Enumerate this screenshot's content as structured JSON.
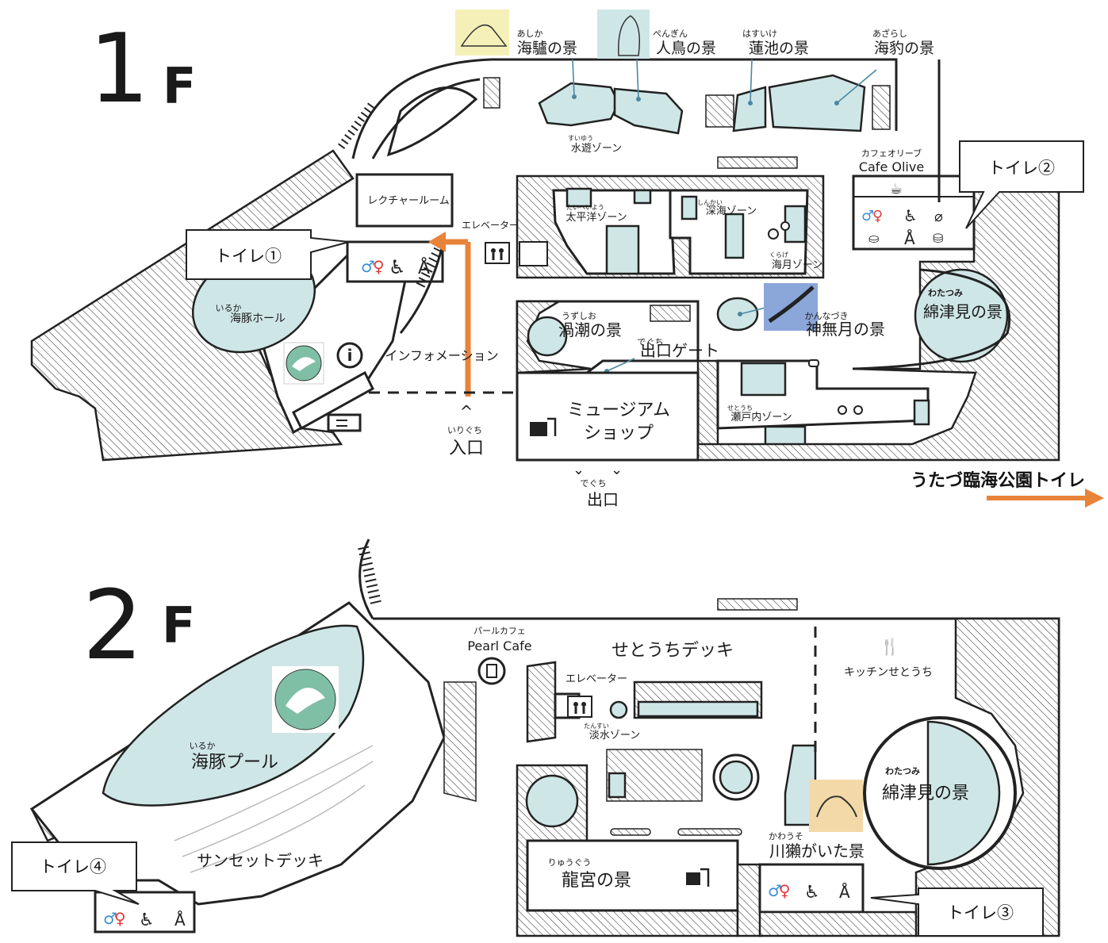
{
  "floors": {
    "f1": {
      "number": "1",
      "letter": "F"
    },
    "f2": {
      "number": "2",
      "letter": "F"
    }
  },
  "f1": {
    "exhibits": [
      {
        "ruby": "あしか",
        "name": "海驢の景"
      },
      {
        "ruby": "ぺんぎん",
        "name": "人鳥の景"
      },
      {
        "ruby": "はすいけ",
        "name": "蓮池の景"
      },
      {
        "ruby": "あざらし",
        "name": "海豹の景"
      },
      {
        "ruby": "わたつみ",
        "name": "綿津見の景"
      },
      {
        "ruby": "うずしお",
        "name": "渦潮の景"
      },
      {
        "ruby": "かんなづき",
        "name": "神無月の景"
      }
    ],
    "zones": [
      {
        "ruby": "すいゆう",
        "name": "水遊ゾーン"
      },
      {
        "ruby": "たいへいよう",
        "name": "太平洋ゾーン"
      },
      {
        "ruby": "しんかい",
        "name": "深海ゾーン"
      },
      {
        "ruby": "くらげ",
        "name": "海月ゾーン"
      },
      {
        "ruby": "せとうち",
        "name": "瀬戸内ゾーン"
      },
      {
        "ruby": "いるか",
        "name": "海豚ホール"
      }
    ],
    "facilities": {
      "lecture_room": "レクチャールーム",
      "elevator": "エレベーター",
      "information": "インフォメーション",
      "exit_gate_ruby": "でぐち",
      "exit_gate": "出口ゲート",
      "shop_line1": "ミュージアム",
      "shop_line2": "ショップ",
      "entrance_ruby": "いりぐち",
      "entrance": "入口",
      "exit_ruby": "でぐち",
      "exit": "出口",
      "cafe_ruby": "カフェオリーブ",
      "cafe": "Cafe Olive",
      "park_toilet": "うたづ臨海公園トイレ"
    },
    "toilets": [
      "トイレ①",
      "トイレ②"
    ]
  },
  "f2": {
    "exhibits": [
      {
        "ruby": "いるか",
        "name": "海豚プール"
      },
      {
        "ruby": "わたつみ",
        "name": "綿津見の景"
      },
      {
        "ruby": "かわうそ",
        "name": "川獺がいた景"
      },
      {
        "ruby": "りゅうぐう",
        "name": "龍宮の景"
      }
    ],
    "facilities": {
      "deck": "せとうちデッキ",
      "sunset_deck": "サンセットデッキ",
      "cafe_ruby": "パールカフェ",
      "cafe": "Pearl Cafe",
      "elevator": "エレベーター",
      "freshwater_ruby": "たんすい",
      "freshwater": "淡水ゾーン",
      "kitchen": "キッチンせとうち"
    },
    "toilets": [
      "トイレ③",
      "トイレ④"
    ]
  },
  "colors": {
    "tank": "#cfe6e6",
    "route_arrow": "#e8833a",
    "male": "#3a8fd6",
    "female": "#e23a3a",
    "pin": "#4b87a3"
  },
  "icons": [
    "restroom-icon",
    "wheelchair-icon",
    "ostomate-icon",
    "baby-bottle-icon",
    "baby-changing-icon",
    "diaper-icon",
    "elevator-icon",
    "info-icon",
    "gift-shop-icon",
    "ticket-icon",
    "cafe-icon",
    "restaurant-icon"
  ]
}
